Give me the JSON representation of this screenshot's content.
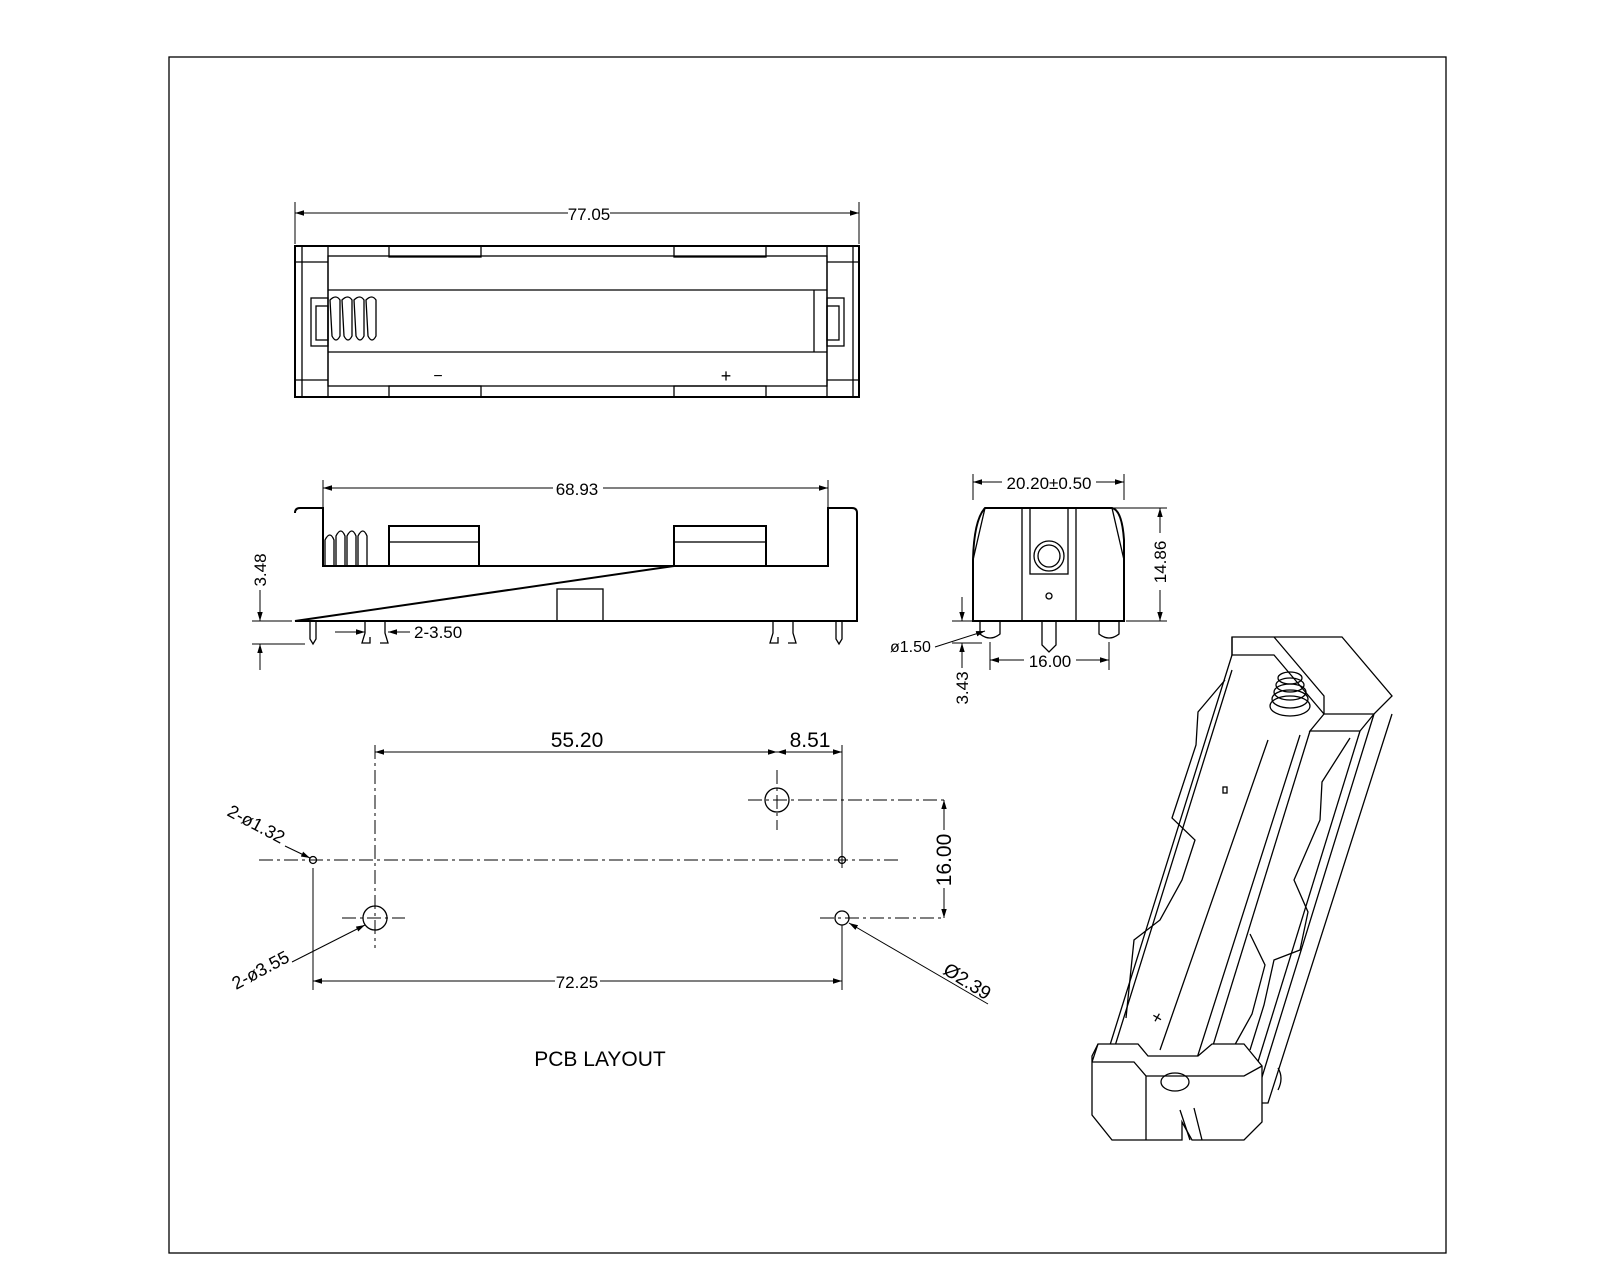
{
  "drawing": {
    "dimensions": {
      "top_overall_length": "77.05",
      "side_inner_length": "68.93",
      "side_height": "3.48",
      "pin_dim": "2-3.50",
      "end_width": "20.20±0.50",
      "end_height": "14.86",
      "pin_diameter": "ø1.50",
      "pin_spacing": "16.00",
      "pin_length": "3.43",
      "pcb_hole_spacing_a": "55.20",
      "pcb_hole_spacing_b": "8.51",
      "pcb_vertical": "16.00",
      "pcb_overall": "72.25",
      "small_holes": "2-ø1.32",
      "mount_holes": "2-ø3.55",
      "single_hole": "Ø2.39"
    },
    "labels": {
      "pcb_layout": "PCB LAYOUT",
      "minus_sign": "−",
      "plus_sign": "+"
    }
  }
}
